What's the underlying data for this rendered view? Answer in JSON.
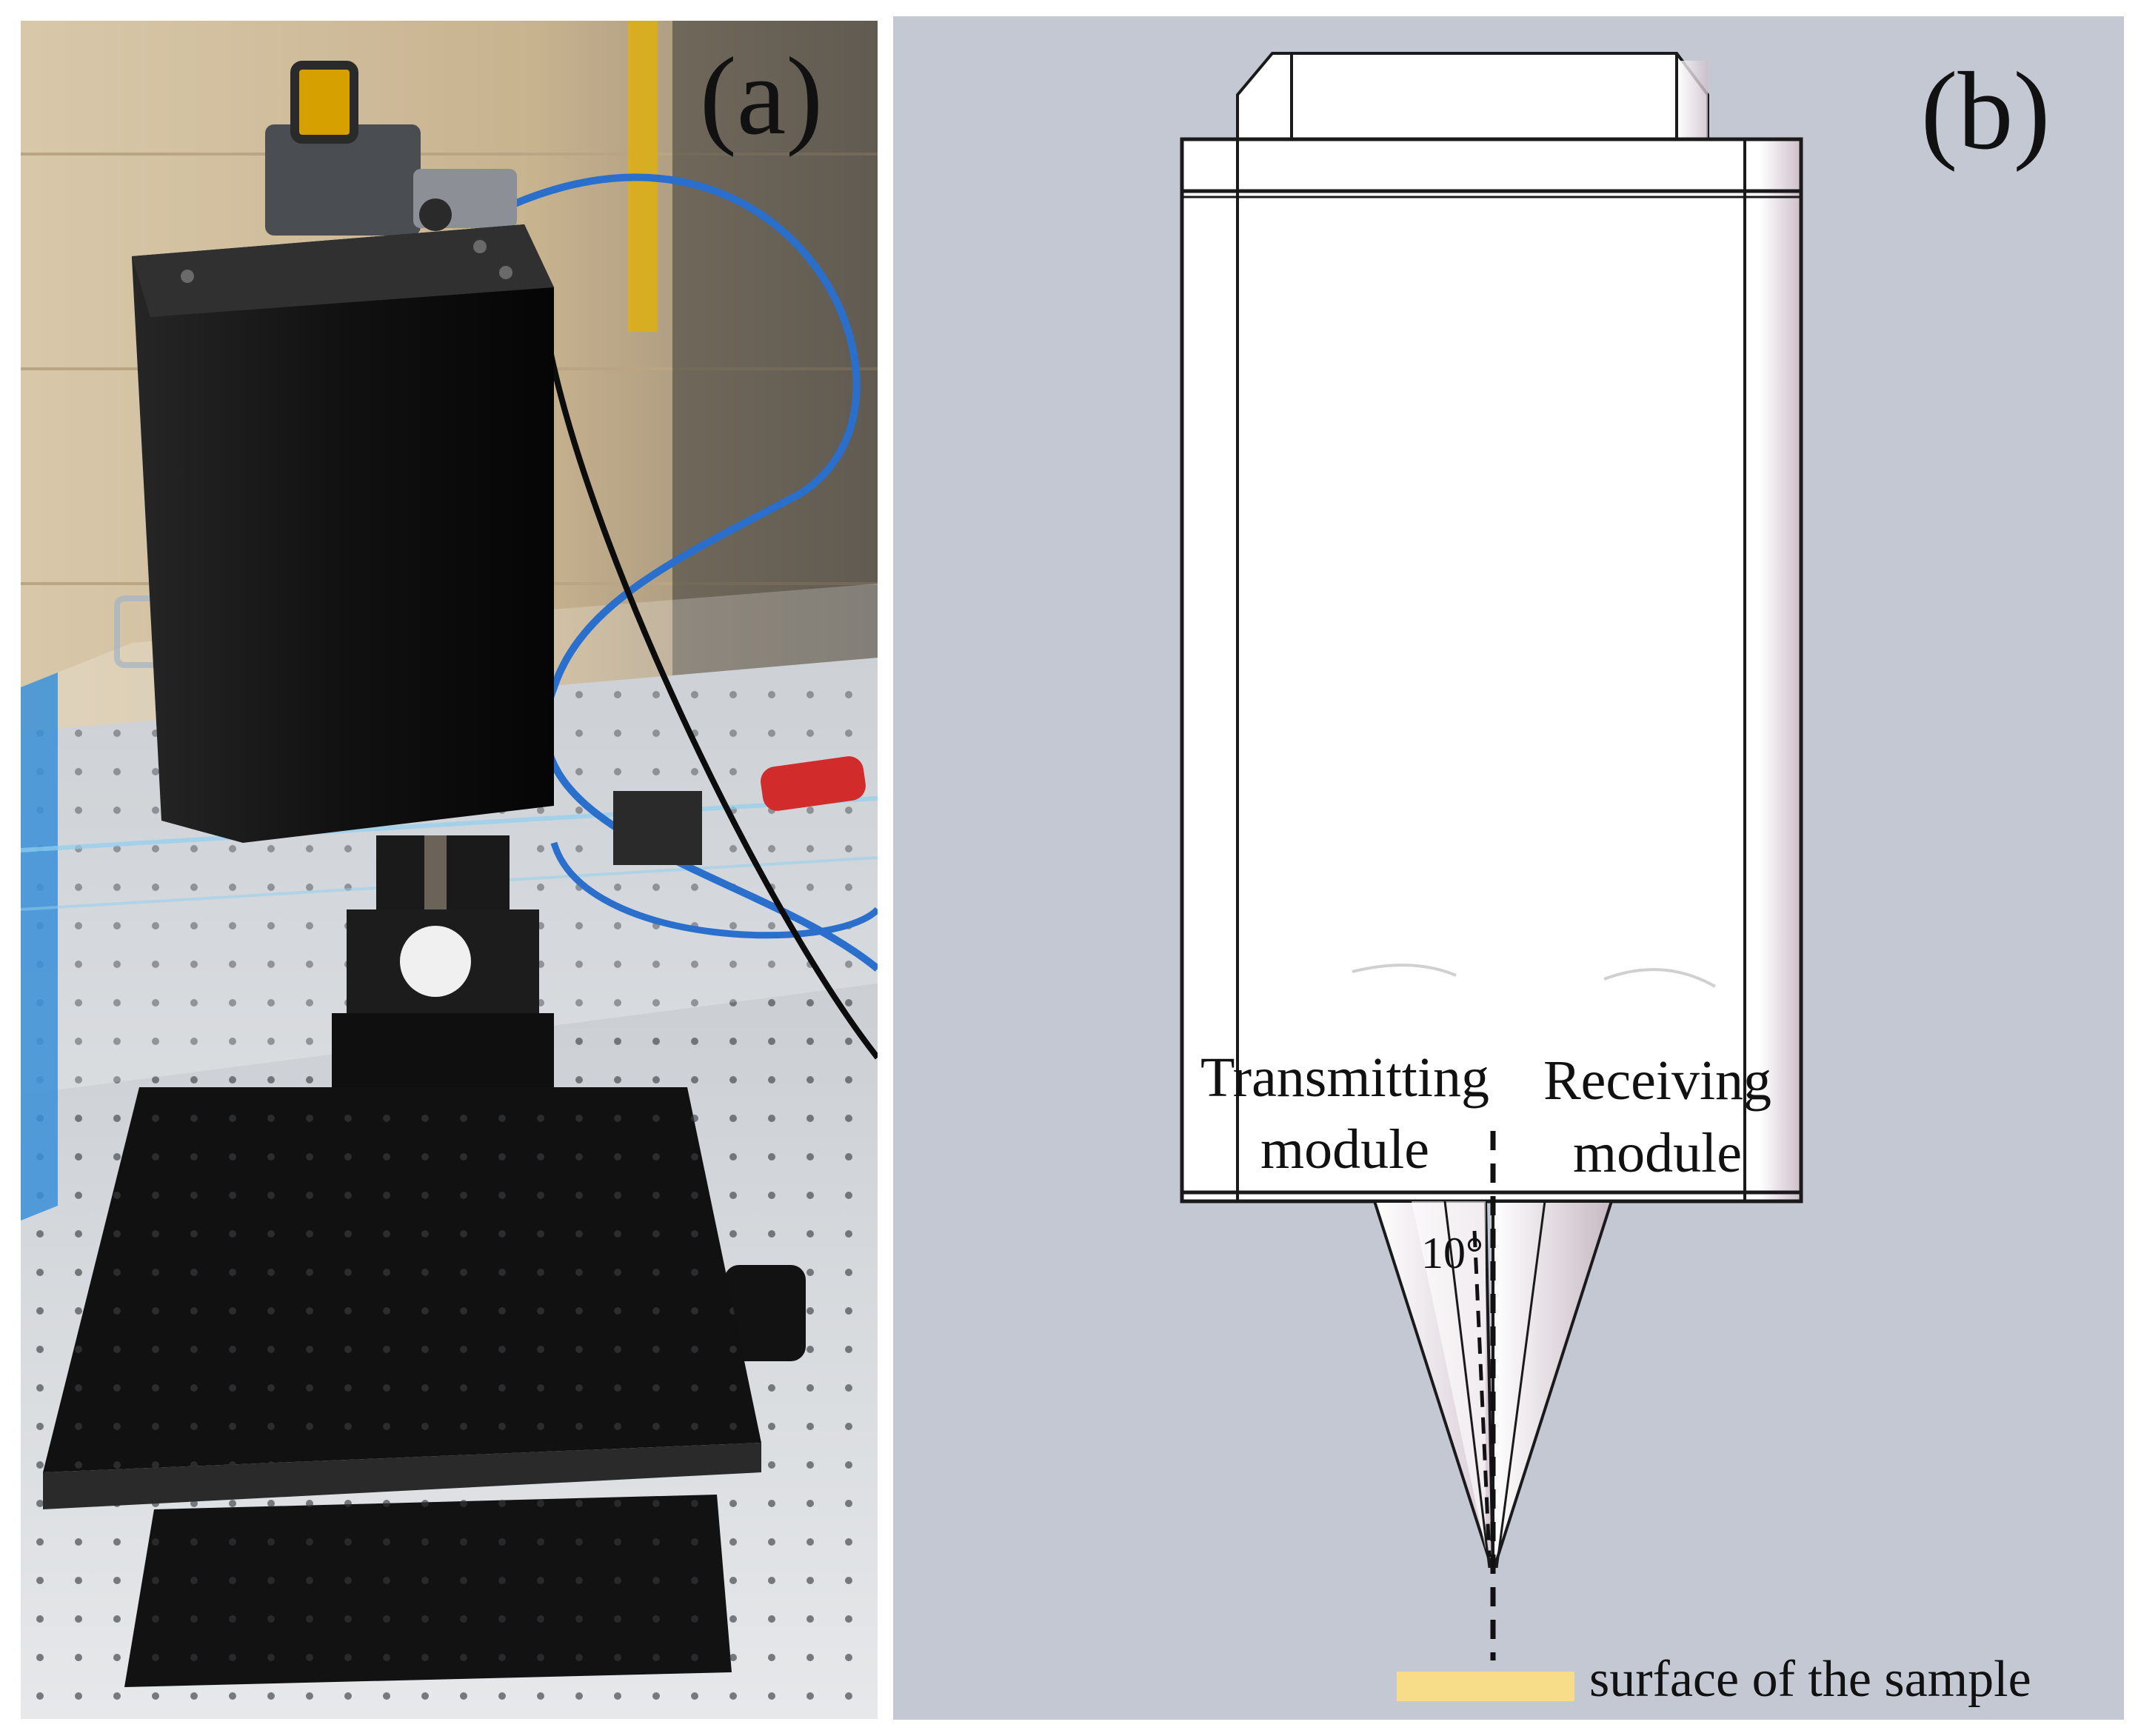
{
  "panel_a": {
    "label": "(a)",
    "colors": {
      "wall": "#cbb593",
      "wall_light": "#ddd0b8",
      "table": "#c9cdd2",
      "enclosure_blue": "#3a8fd8",
      "body_black": "#121212",
      "cable_blue": "#2a6fcc"
    }
  },
  "panel_b": {
    "label": "(b)",
    "transmitting_line1": "Transmitting",
    "transmitting_line2": "module",
    "receiving_line1": "Receiving",
    "receiving_line2": "module",
    "angle_label": "10°",
    "sample_label": "surface of the sample",
    "colors": {
      "background": "#c3c8d3",
      "body": "#ffffff",
      "outline": "#1a1a1a",
      "shade": "#dcd0d8",
      "sample": "#f7dc8a"
    }
  }
}
